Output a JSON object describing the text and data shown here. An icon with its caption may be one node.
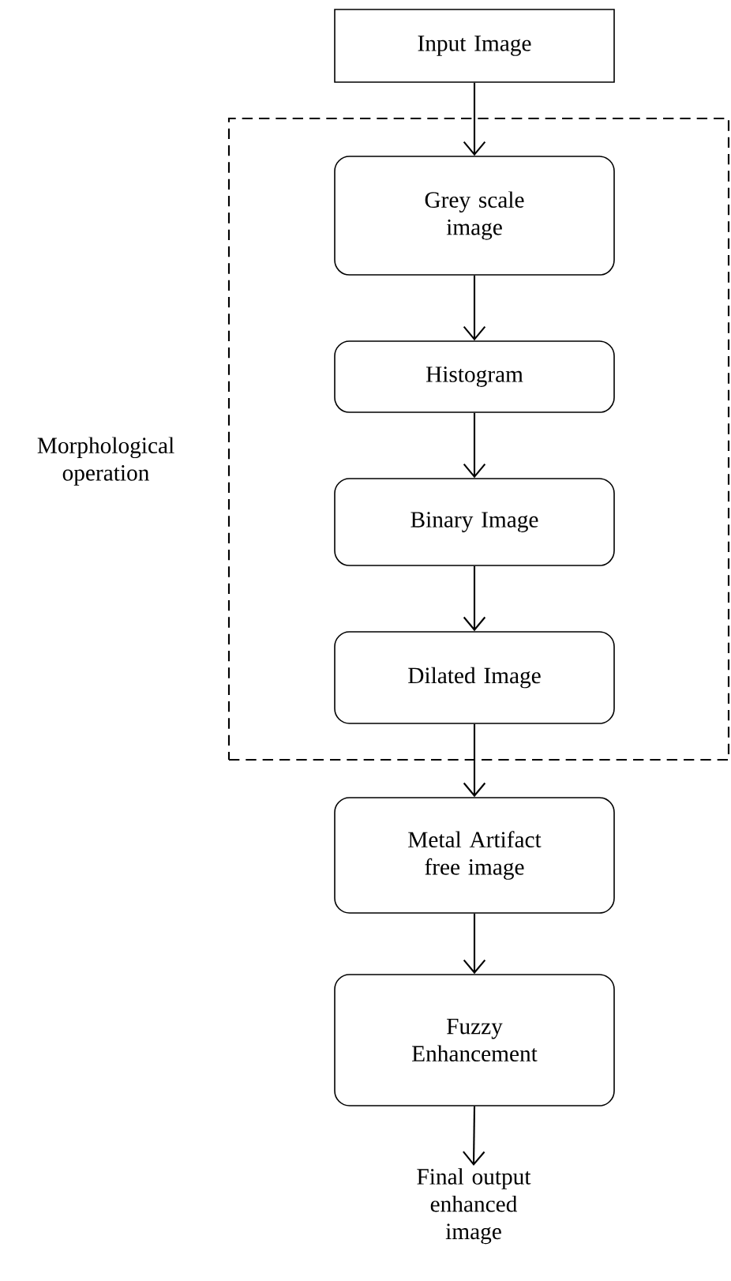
{
  "diagram": {
    "nodes": [
      {
        "text": [
          "Input Image"
        ]
      },
      {
        "text": [
          "Morphological operation"
        ]
      },
      {
        "text": [
          "Grey scale image"
        ],
        "in": 1
      },
      {
        "text": [
          "Histogram"
        ],
        "in": 1
      },
      {
        "text": [
          "Binary Image"
        ],
        "in": 1
      },
      {
        "text": [
          "Dilated Image"
        ],
        "in": 1
      },
      {
        "text": [
          "Metal Artifact free image"
        ]
      },
      {
        "text": [
          "Fuzzy Enhancement"
        ]
      },
      {
        "text": [
          "Final output enhanced image"
        ]
      }
    ],
    "edges": [
      {
        "from": 0,
        "to": 2,
        "arrow": "to"
      },
      {
        "from": 2,
        "to": 3,
        "arrow": "to"
      },
      {
        "from": 3,
        "to": 4,
        "arrow": "to"
      },
      {
        "from": 4,
        "to": 5,
        "arrow": "to"
      },
      {
        "from": 5,
        "to": 6,
        "arrow": "to"
      },
      {
        "from": 6,
        "to": 7,
        "arrow": "to"
      },
      {
        "from": 7,
        "to": 8,
        "arrow": "to"
      }
    ]
  }
}
